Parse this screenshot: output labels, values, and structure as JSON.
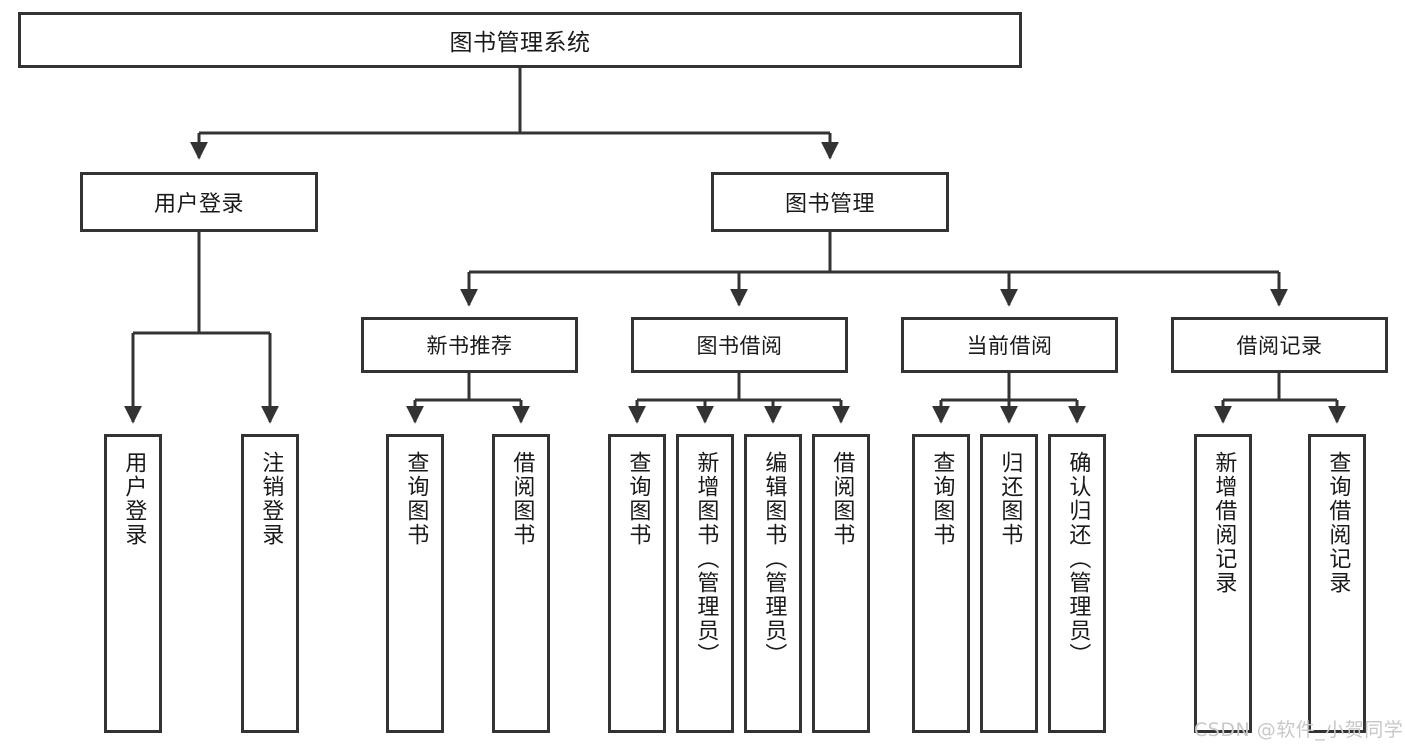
{
  "diagram": {
    "title": "图书管理系统",
    "type": "tree-hierarchy-diagram",
    "colors": {
      "background": "#ffffff",
      "stroke": "#333333",
      "node_fill": "#ffffff",
      "text": "#1a1a1a",
      "watermark": "#c8c8c8"
    }
  },
  "root": {
    "label": "图书管理系统"
  },
  "level2": [
    {
      "label": "用户登录"
    },
    {
      "label": "图书管理"
    }
  ],
  "level3": [
    {
      "label": "新书推荐"
    },
    {
      "label": "图书借阅"
    },
    {
      "label": "当前借阅"
    },
    {
      "label": "借阅记录"
    }
  ],
  "leaves": {
    "user_login": [
      {
        "label": "用户登录"
      },
      {
        "label": "注销登录"
      }
    ],
    "new_book_recommend": [
      {
        "label": "查询图书"
      },
      {
        "label": "借阅图书"
      }
    ],
    "book_borrow": [
      {
        "label": "查询图书"
      },
      {
        "label": "新增图书（管理员）"
      },
      {
        "label": "编辑图书（管理员）"
      },
      {
        "label": "借阅图书"
      }
    ],
    "current_borrow": [
      {
        "label": "查询图书"
      },
      {
        "label": "归还图书"
      },
      {
        "label": "确认归还（管理员）"
      }
    ],
    "borrow_record": [
      {
        "label": "新增借阅记录"
      },
      {
        "label": "查询借阅记录"
      }
    ]
  },
  "watermark": {
    "text": "CSDN @软件_小贺同学"
  }
}
